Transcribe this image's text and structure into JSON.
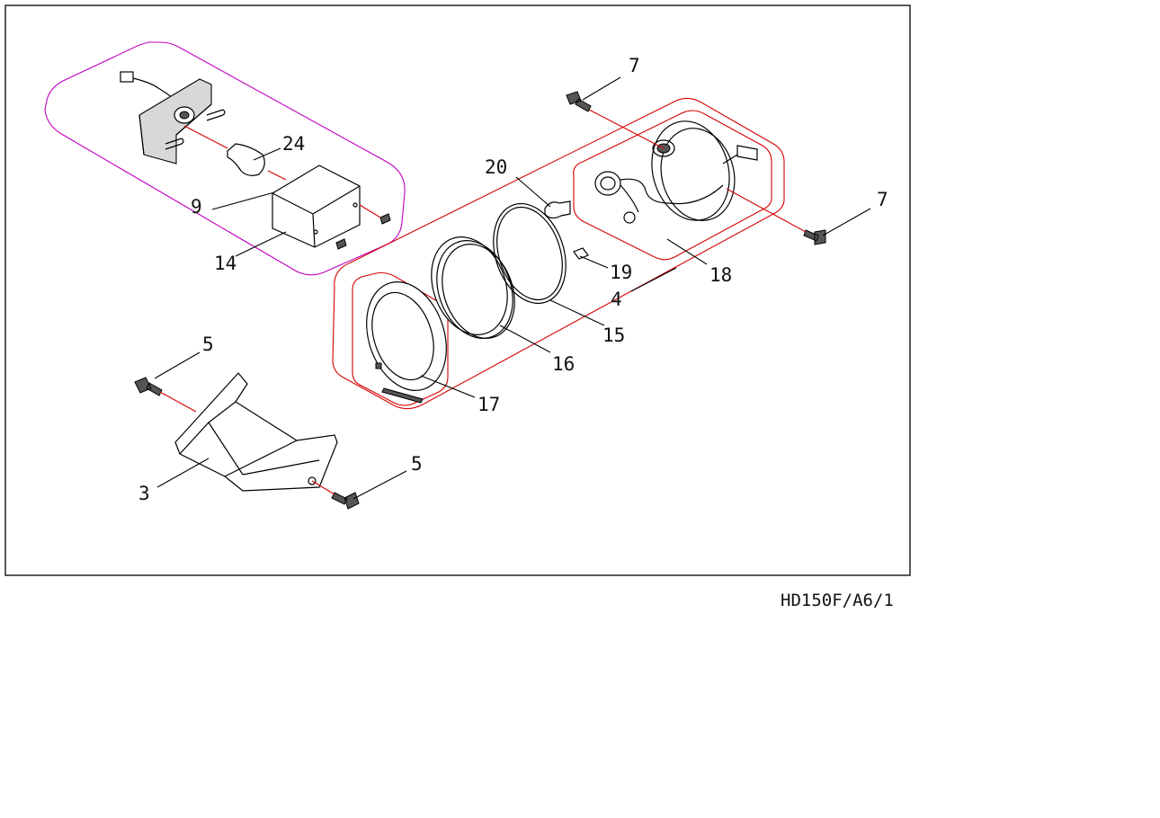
{
  "diagram": {
    "drawing_code": "HD150F/A6/1",
    "part_labels": {
      "p3": "3",
      "p4": "4",
      "p5a": "5",
      "p5b": "5",
      "p7a": "7",
      "p7b": "7",
      "p9": "9",
      "p14": "14",
      "p15": "15",
      "p16": "16",
      "p17": "17",
      "p18": "18",
      "p19": "19",
      "p20": "20",
      "p24": "24"
    },
    "colors": {
      "frame": "#000000",
      "axis_lines": "#d40000",
      "headlight_group_outline": "#d40000",
      "license_light_group_outline": "#c000c0"
    }
  }
}
